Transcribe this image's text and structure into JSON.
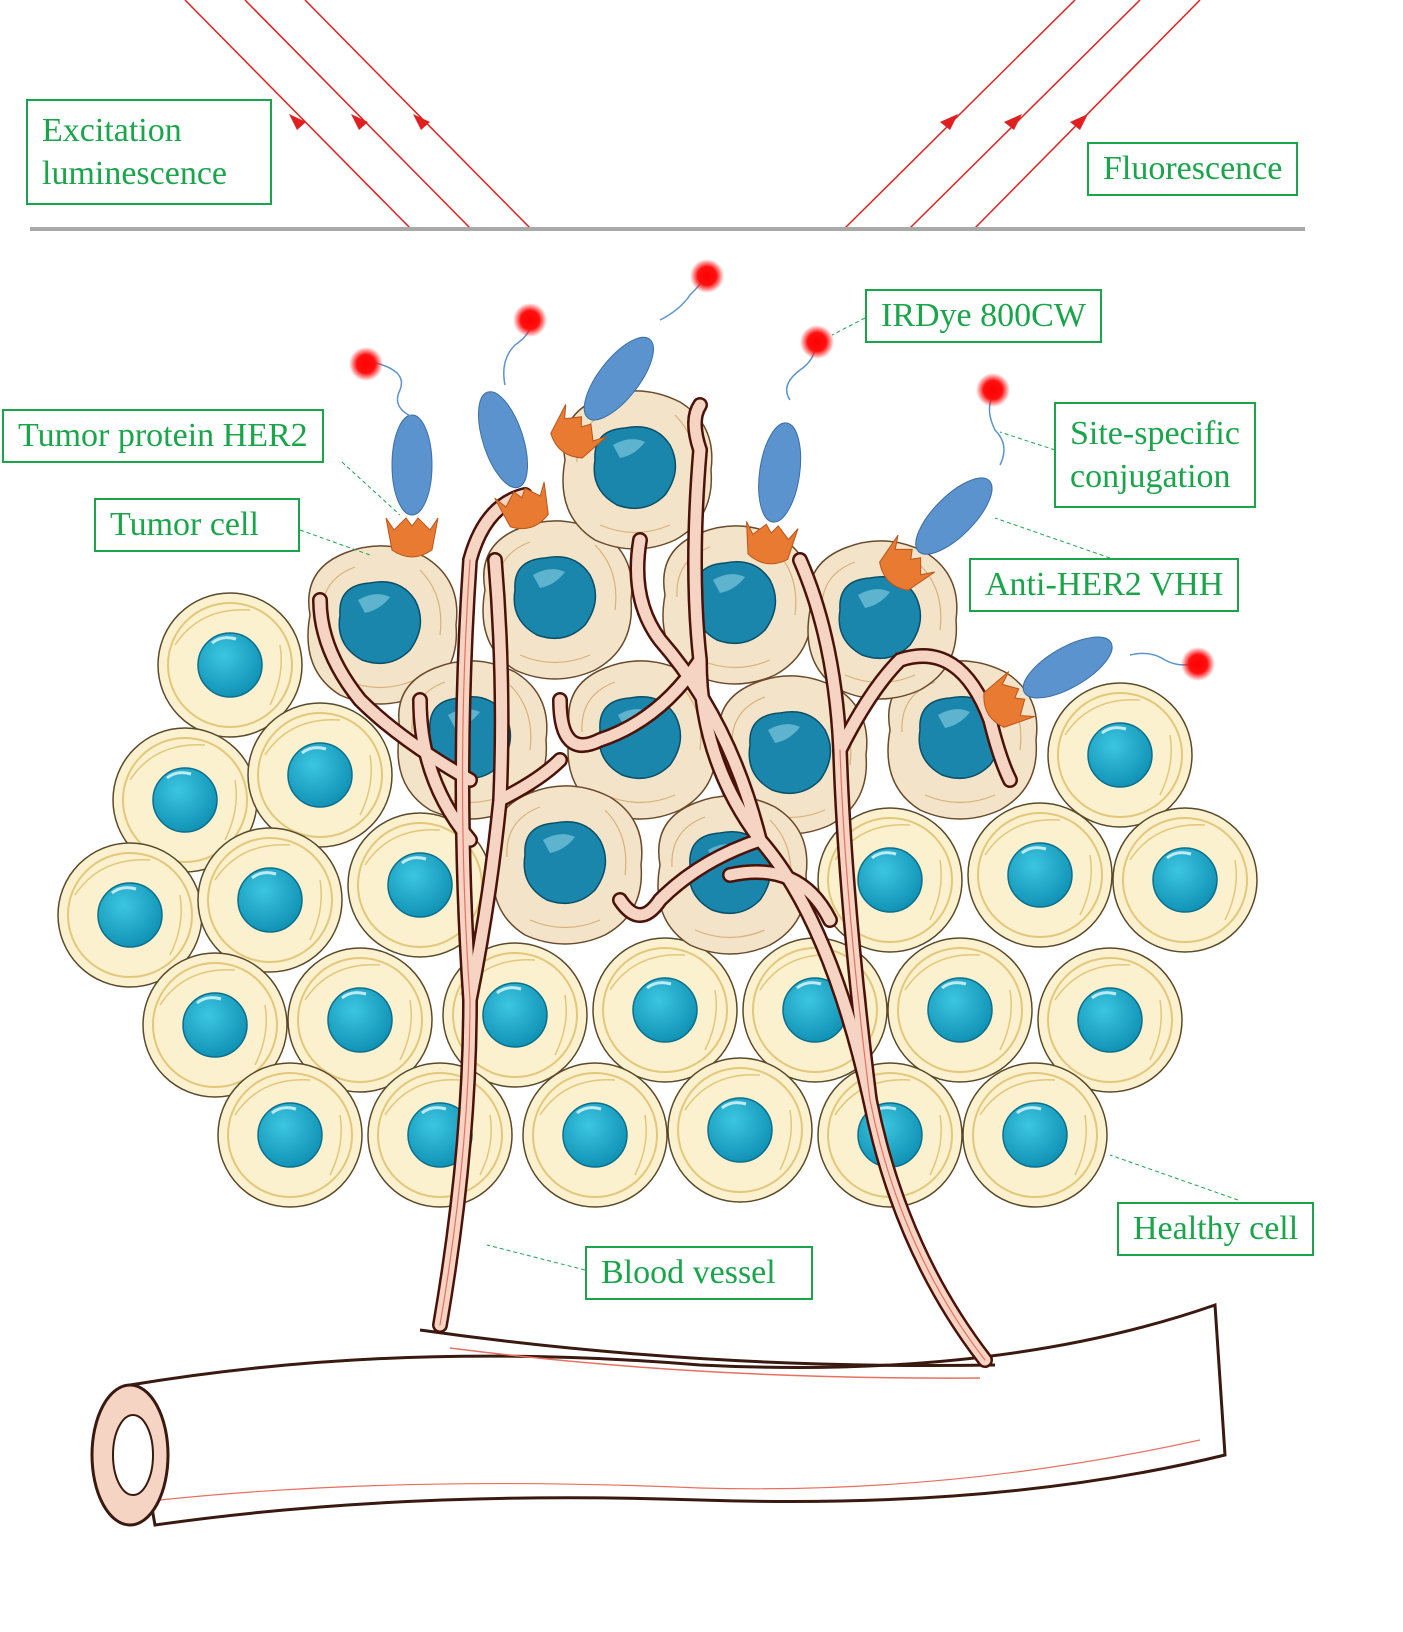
{
  "labels": {
    "excitation_line1": "Excitation",
    "excitation_line2": "luminescence",
    "fluorescence": "Fluorescence",
    "irdye": "IRDye 800CW",
    "her2": "Tumor protein HER2",
    "site_line1": "Site-specific",
    "site_line2": "conjugation",
    "tumor_cell": "Tumor cell",
    "vhh": "Anti-HER2 VHH",
    "healthy_cell": "Healthy cell",
    "blood_vessel": "Blood vessel"
  },
  "colors": {
    "label_text": "#1aa54b",
    "light_ray": "#e02020",
    "tissue_surface": "#a9a9a9",
    "healthy_cytoplasm": "#fbf0c8",
    "healthy_membrane": "#d8c16a",
    "nucleus": "#17a5c8",
    "tumor_cytoplasm": "#f3e3c8",
    "tumor_nucleus": "#1a7fa6",
    "vessel_fill": "#f6d4c4",
    "vessel_outline": "#5a1a10",
    "vhh_body": "#5b93cf",
    "her2_receptor": "#e87a32",
    "dye": "#ff1010"
  }
}
